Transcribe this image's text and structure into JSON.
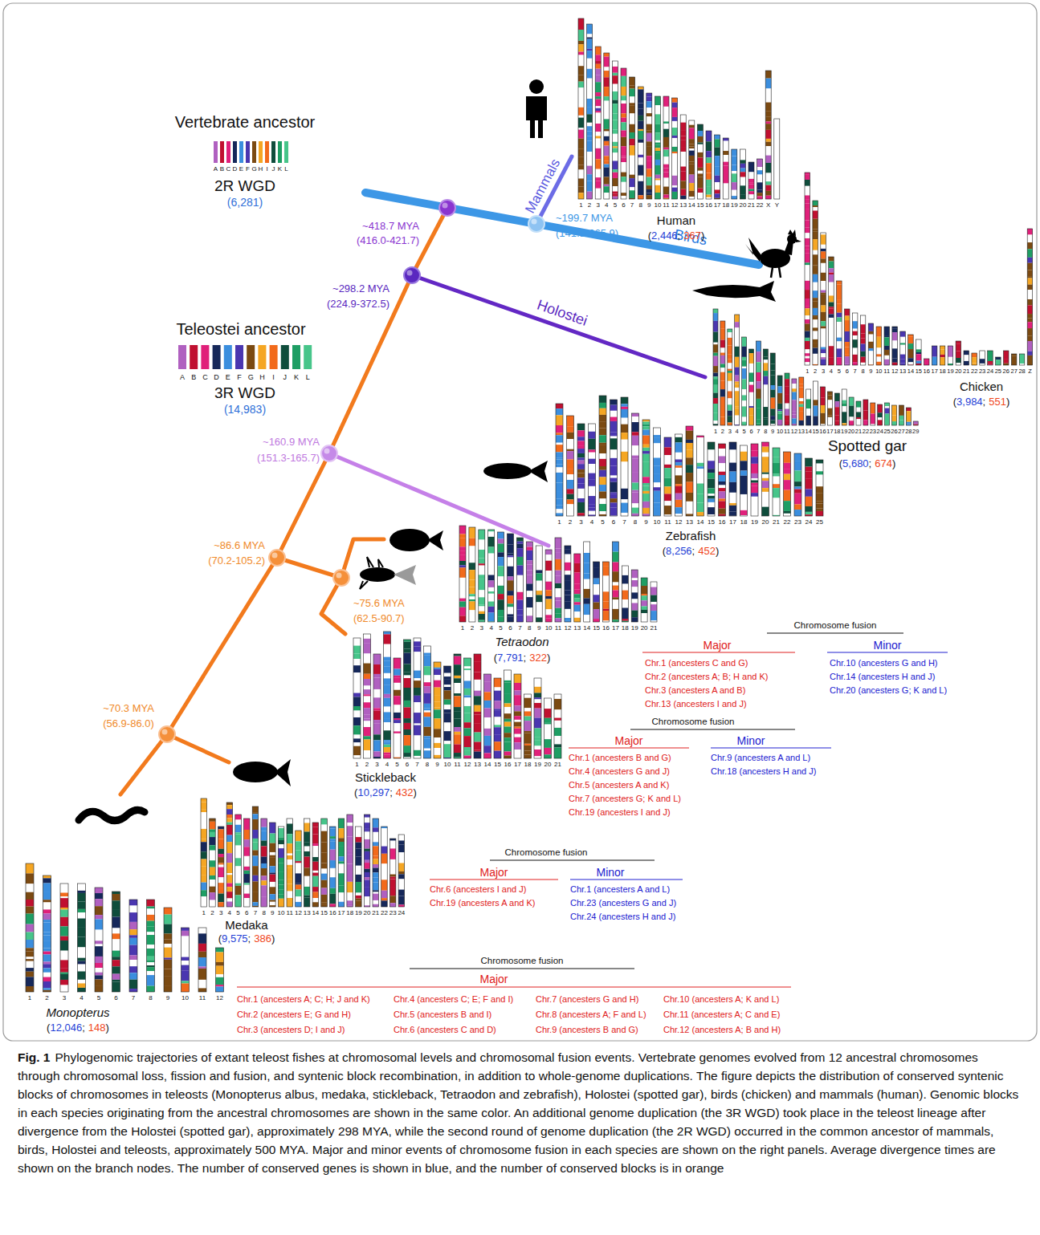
{
  "diagram": {
    "caption": "Phylogenomic trajectories of extant teleost fishes at chromosomal levels and chromosomal fusion events. Vertebrate genomes evolved from 12 ancestral chromosomes through chromosomal loss, fission and fusion, and syntenic block recombination, in addition to whole-genome duplications. The figure depicts the distribution of conserved syntenic blocks of chromosomes in teleosts (Monopterus albus, medaka, stickleback, Tetraodon and zebrafish), Holostei (spotted gar), birds (chicken) and mammals (human). Genomic blocks in each species originating from the ancestral chromosomes are shown in the same color. An additional genome duplication (the 3R WGD) took place in the teleost lineage after divergence from the Holostei (spotted gar), approximately 298 MYA, while the second round of genome duplication (the 2R WGD) occurred in the common ancestor of mammals, birds, Holostei and teleosts, approximately 500 MYA. Major and minor events of chromosome fusion in each species are shown on the right panels. Average divergence times are shown on the branch nodes. The number of conserved genes is shown in blue, and the number of conserved blocks is in orange",
    "labels": [
      "Vertebrate ancestor",
      "A",
      "B",
      "C",
      "D",
      "E",
      "F",
      "G",
      "H",
      "I",
      "J",
      "K",
      "L",
      "2R WGD",
      "(6,281)",
      "~418.7 MYA",
      "(416.0-421.7)",
      "~199.7 MYA",
      "(141.1-265.9)",
      "Mammals",
      "Birds",
      "~298.2 MYA",
      "(224.9-372.5)",
      "Holostei",
      "Teleostei ancestor",
      "A",
      "B",
      "C",
      "D",
      "E",
      "F",
      "G",
      "H",
      "I",
      "J",
      "K",
      "L",
      "3R WGD",
      "(14,983)",
      "~160.9 MYA",
      "(151.3-165.7)",
      "~86.6 MYA",
      "(70.2-105.2)",
      "~75.6 MYA",
      "(62.5-90.7)",
      "~70.3 MYA",
      "(56.9-86.0)",
      "1",
      "2",
      "3",
      "4",
      "5",
      "6",
      "7",
      "8",
      "9",
      "10",
      "11",
      "12",
      "13",
      "14",
      "15",
      "16",
      "17",
      "18",
      "19",
      "20",
      "21",
      "22",
      "X",
      "Y",
      "Human",
      "(",
      "2,446",
      ";",
      "367",
      ")",
      "1",
      "2",
      "3",
      "4",
      "5",
      "6",
      "7",
      "8",
      "9",
      "10",
      "11",
      "12",
      "13",
      "14",
      "15",
      "16",
      "17",
      "18",
      "19",
      "20",
      "21",
      "22",
      "23",
      "24",
      "25",
      "26",
      "27",
      "28",
      "Z",
      "Chicken",
      "(",
      "3,984",
      ";",
      "551",
      ")",
      "1",
      "2",
      "3",
      "4",
      "5",
      "6",
      "7",
      "8",
      "9",
      "10",
      "11",
      "12",
      "13",
      "14",
      "15",
      "16",
      "17",
      "18",
      "19",
      "20",
      "21",
      "22",
      "23",
      "24",
      "25",
      "26",
      "27",
      "28",
      "29",
      "Spotted gar",
      "(",
      "5,680",
      ";",
      "674",
      ")",
      "1",
      "2",
      "3",
      "4",
      "5",
      "6",
      "7",
      "8",
      "9",
      "10",
      "11",
      "12",
      "13",
      "14",
      "15",
      "16",
      "17",
      "18",
      "19",
      "20",
      "21",
      "22",
      "23",
      "24",
      "25",
      "Zebrafish",
      "(",
      "8,256",
      ";",
      "452",
      ")",
      "1",
      "2",
      "3",
      "4",
      "5",
      "6",
      "7",
      "8",
      "9",
      "10",
      "11",
      "12",
      "13",
      "14",
      "15",
      "16",
      "17",
      "18",
      "19",
      "20",
      "21",
      "Tetraodon",
      "(",
      "7,791",
      ";",
      "322",
      ")",
      "1",
      "2",
      "3",
      "4",
      "5",
      "6",
      "7",
      "8",
      "9",
      "10",
      "11",
      "12",
      "13",
      "14",
      "15",
      "16",
      "17",
      "18",
      "19",
      "20",
      "21",
      "Stickleback",
      "(",
      "10,297",
      ";",
      "432",
      ")",
      "1",
      "2",
      "3",
      "4",
      "5",
      "6",
      "7",
      "8",
      "9",
      "10",
      "11",
      "12",
      "13",
      "14",
      "15",
      "16",
      "17",
      "18",
      "19",
      "20",
      "21",
      "22",
      "23",
      "24",
      "Medaka",
      "(",
      "9,575",
      ";",
      "386",
      ")",
      "1",
      "2",
      "3",
      "4",
      "5",
      "6",
      "7",
      "8",
      "9",
      "10",
      "11",
      "12",
      "Monopterus",
      "(",
      "12,046",
      ";",
      "148",
      ")",
      "Chromosome fusion",
      "Major",
      "Chr.1 (ancesters C and G)",
      "Chr.2 (ancesters A; B; H and K)",
      "Chr.3 (ancesters A and B)",
      "Chr.13 (ancesters I and J)",
      "Minor",
      "Chr.10 (ancesters G and H)",
      "Chr.14 (ancesters H and J)",
      "Chr.20 (ancesters G; K and L)",
      "Chromosome fusion",
      "Major",
      "Chr.1 (ancesters B and G)",
      "Chr.4 (ancesters G and J)",
      "Chr.5 (ancesters A and K)",
      "Chr.7 (ancesters G; K and L)",
      "Chr.19 (ancesters I and J)",
      "Minor",
      "Chr.9 (ancesters A and L)",
      "Chr.18 (ancesters H and J)",
      "Chromosome fusion",
      "Major",
      "Chr.6 (ancesters I and J)",
      "Chr.19 (ancesters A and K)",
      "Minor",
      "Chr.1 (ancesters A and L)",
      "Chr.23 (ancesters G and J)",
      "Chr.24 (ancesters H and J)",
      "Chromosome fusion",
      "Major",
      "Chr.1 (ancesters A; C; H; J and K)",
      "Chr.2 (ancesters E; G and H)",
      "Chr.3 (ancesters D; I and J)",
      "Chr.4 (ancesters C; E; F and I)",
      "Chr.5 (ancesters B and I)",
      "Chr.6 (ancesters C and D)",
      "Chr.7 (ancesters G and H)",
      "Chr.8 (ancesters A; F and L)",
      "Chr.9 (ancesters B and G)",
      "Chr.10 (ancesters A; K and L)",
      "Chr.11 (ancesters A; C and E)",
      "Chr.12 (ancesters A; B and H)",
      "Fig. 1"
    ]
  }
}
